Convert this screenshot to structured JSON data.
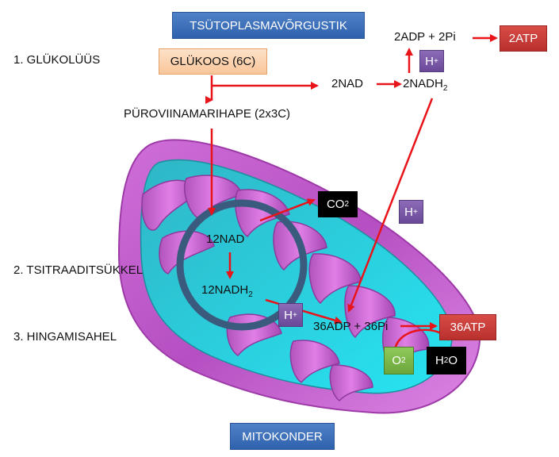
{
  "diagram": {
    "cytoplasm_label": "TSÜTOPLASMAVÕRGUSTIK",
    "mitochondrion_label": "MITOKONDER",
    "stages": {
      "glycolysis": "1. GLÜKOLÜÜS",
      "citric_cycle": "2. TSITRAADITSÜKKEL",
      "resp_chain": "3. HINGAMISAHEL"
    },
    "nodes": {
      "glucose": "GLÜKOOS (6C)",
      "pyruvate": "PÜROVIINAMARIHAPE (2x3C)",
      "nad2": "2NAD",
      "nadh2_base": "2NADH",
      "nadh2_sub": "2",
      "adp2": "2ADP + 2Pi",
      "atp2": "2ATP",
      "nad12": "12NAD",
      "nadh12_base": "12NADH",
      "nadh12_sub": "2",
      "adp36": "36ADP + 36Pi",
      "atp36": "36ATP",
      "co2_base": "CO",
      "co2_sub": "2",
      "o2_base": "O",
      "o2_sub": "2",
      "h2o_pre": "H",
      "h2o_sub": "2",
      "h2o_post": "O",
      "proton_base": "H",
      "proton_sup": "+"
    }
  }
}
